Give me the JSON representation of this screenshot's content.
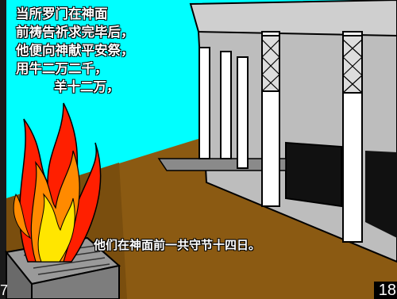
{
  "verse": {
    "lines": [
      "当所罗门在神面",
      "前祷告祈求完毕后，",
      "他便向神献平安祭，",
      "用牛二万二千，",
      "羊十二万，"
    ]
  },
  "caption": "他们在神面前一共守节十四日。",
  "page_number": "18",
  "left_mark": "7",
  "colors": {
    "sky": "#00ffff",
    "floor": "#8b5a12",
    "fire_red": "#ff1f00",
    "fire_orange": "#ff8a00",
    "fire_yellow": "#ffe600",
    "stone": "#c8c8c8"
  }
}
